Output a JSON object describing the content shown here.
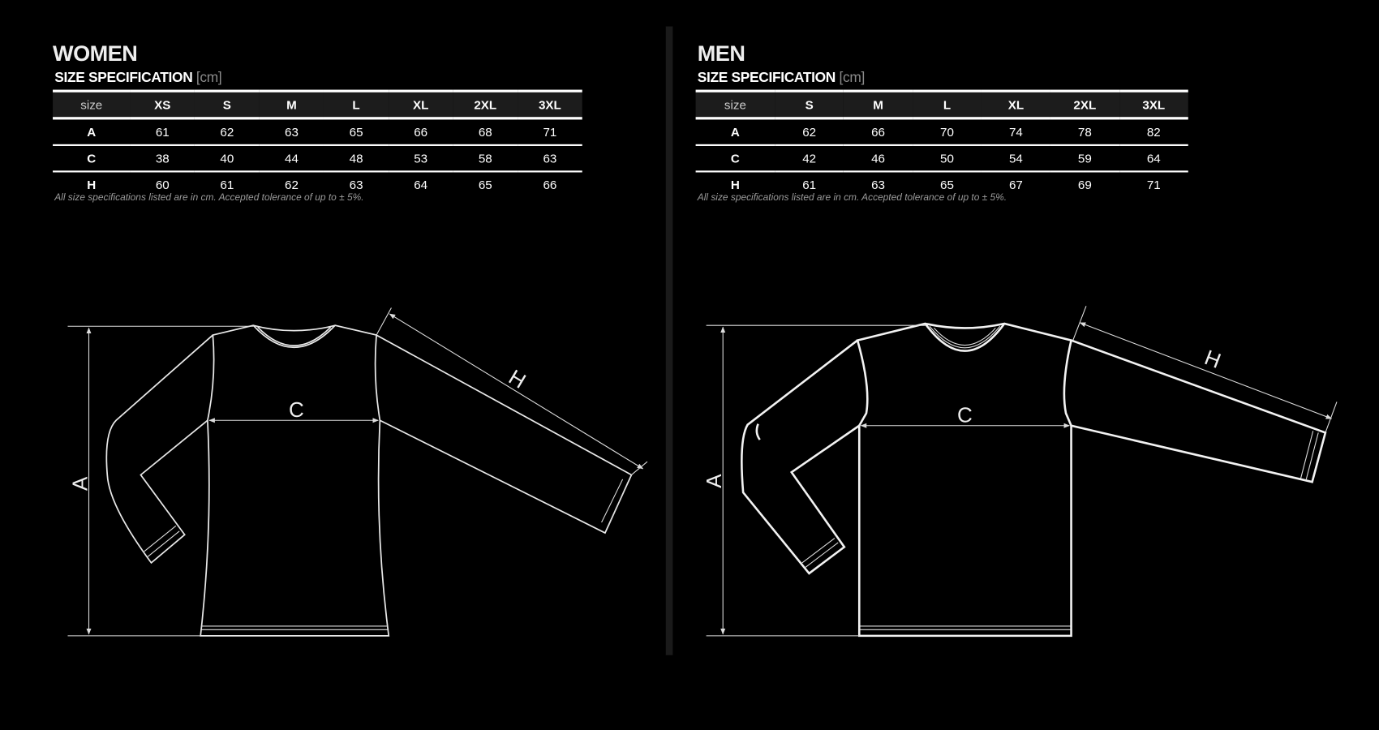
{
  "women": {
    "title": "WOMEN",
    "subtitle": "SIZE SPECIFICATION",
    "unit": "[cm]",
    "headers": [
      "size",
      "XS",
      "S",
      "M",
      "L",
      "XL",
      "2XL",
      "3XL"
    ],
    "rows": [
      {
        "label": "A",
        "values": [
          "61",
          "62",
          "63",
          "65",
          "66",
          "68",
          "71"
        ]
      },
      {
        "label": "C",
        "values": [
          "38",
          "40",
          "44",
          "48",
          "53",
          "58",
          "63"
        ]
      },
      {
        "label": "H",
        "values": [
          "60",
          "61",
          "62",
          "63",
          "64",
          "65",
          "66"
        ]
      }
    ],
    "note": "All size specifications listed are in cm. Accepted tolerance of up to ± 5%.",
    "diagram": {
      "a": "A",
      "c": "C",
      "h": "H"
    }
  },
  "men": {
    "title": "MEN",
    "subtitle": "SIZE SPECIFICATION",
    "unit": "[cm]",
    "headers": [
      "size",
      "S",
      "M",
      "L",
      "XL",
      "2XL",
      "3XL"
    ],
    "rows": [
      {
        "label": "A",
        "values": [
          "62",
          "66",
          "70",
          "74",
          "78",
          "82"
        ]
      },
      {
        "label": "C",
        "values": [
          "42",
          "46",
          "50",
          "54",
          "59",
          "64"
        ]
      },
      {
        "label": "H",
        "values": [
          "61",
          "63",
          "65",
          "67",
          "69",
          "71"
        ]
      }
    ],
    "note": "All size specifications listed are in cm. Accepted tolerance of up to ± 5%.",
    "diagram": {
      "a": "A",
      "c": "C",
      "h": "H"
    }
  }
}
